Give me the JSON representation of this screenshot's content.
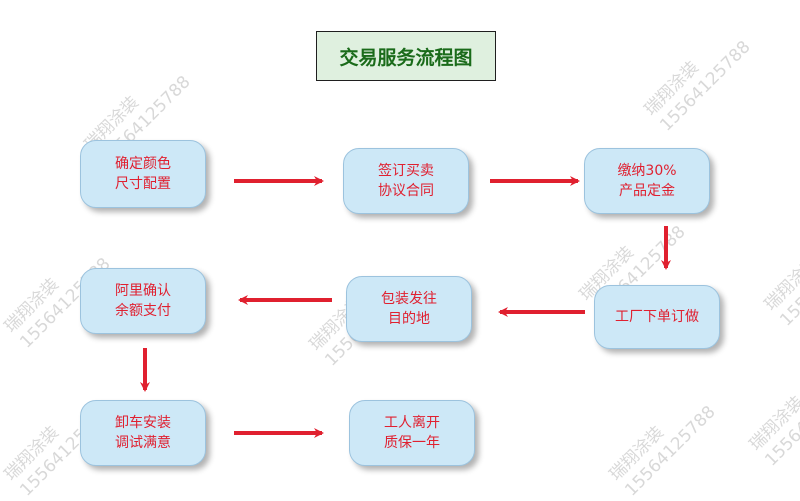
{
  "title": "交易服务流程图",
  "colors": {
    "arrow": "#e0202f",
    "node_fill": "#cde8f7",
    "node_text": "#e02030",
    "title_text": "#1a6b1a",
    "title_fill": "#dff0df"
  },
  "nodes": [
    {
      "line1": "确定颜色",
      "line2": "尺寸配置"
    },
    {
      "line1": "签订买卖",
      "line2": "协议合同"
    },
    {
      "line1": "缴纳30%",
      "line2": "产品定金"
    },
    {
      "line1": "阿里确认",
      "line2": "余额支付"
    },
    {
      "line1": "包装发往",
      "line2": "目的地"
    },
    {
      "line1": "工厂下单订做",
      "line2": ""
    },
    {
      "line1": "卸车安装",
      "line2": "调试满意"
    },
    {
      "line1": "工人离开",
      "line2": "质保一年"
    }
  ],
  "watermark": {
    "name": "瑞翔涂装",
    "phone": "15564125788"
  }
}
